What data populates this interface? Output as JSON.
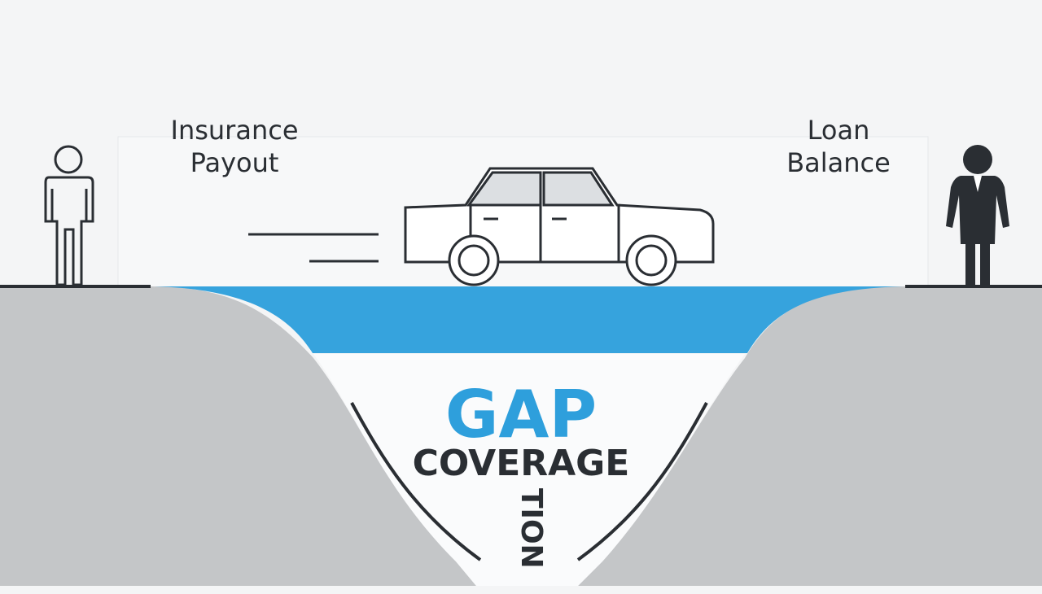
{
  "labels": {
    "insurance_payout": [
      "Insurance",
      "Payout"
    ],
    "loan_balance": [
      "Loan",
      "Balance"
    ]
  },
  "gap": {
    "title": "GAP",
    "subtitle": "COVERAGE",
    "vertical_text": "TION"
  },
  "icons": {
    "left_figure": "person-outline-icon",
    "right_figure": "person-in-suit-icon",
    "vehicle": "car-icon"
  },
  "colors": {
    "background": "#f4f5f6",
    "ground": "#c4c6c8",
    "water_band": "#36a3dd",
    "text_dark": "#2a2e33",
    "gap_accent": "#2e9fdc"
  }
}
